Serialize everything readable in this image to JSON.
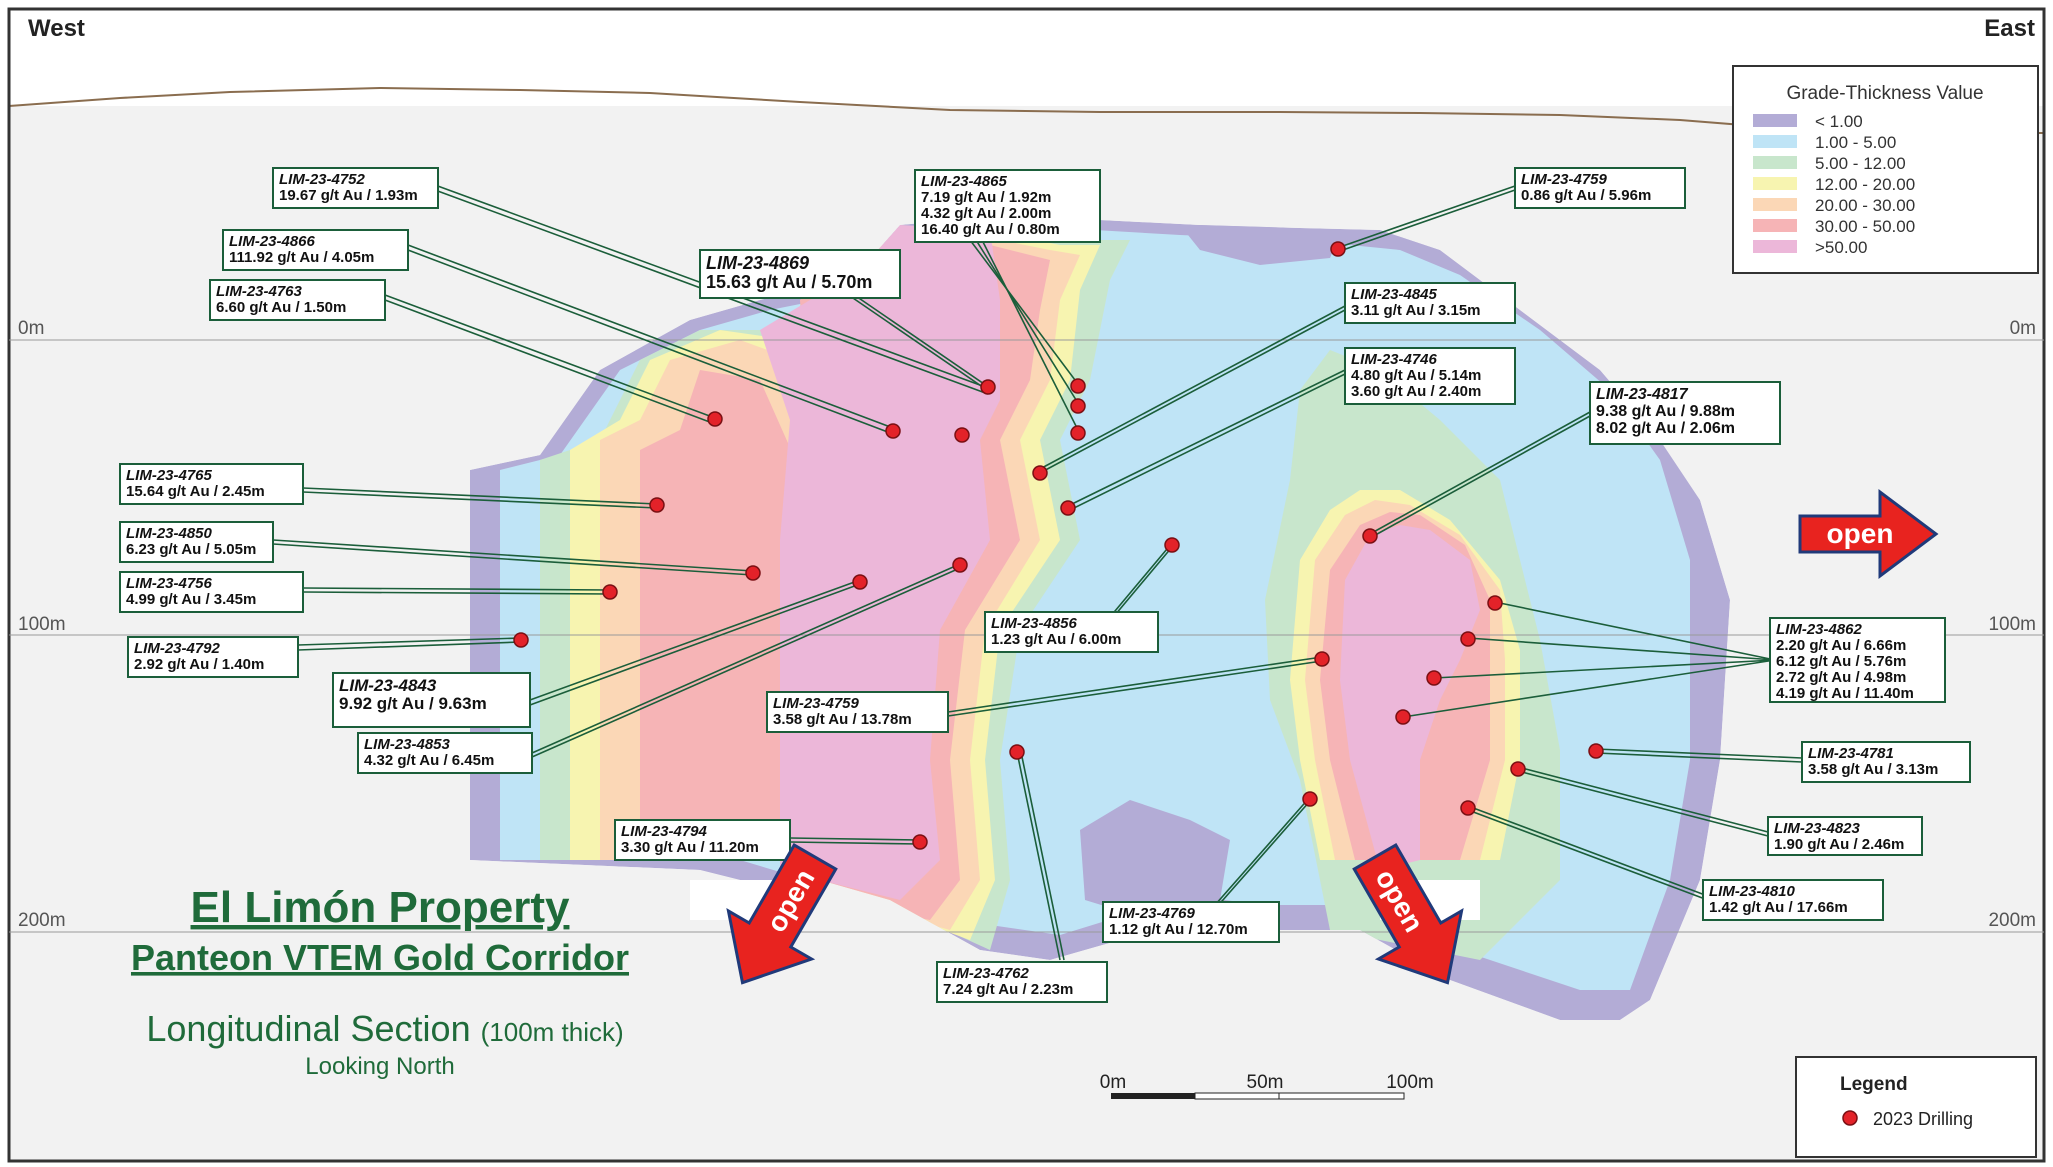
{
  "compass": {
    "west": "West",
    "east": "East"
  },
  "depth_labels": [
    "0m",
    "100m",
    "200m"
  ],
  "grade_legend": {
    "title": "Grade-Thickness Value",
    "items": [
      {
        "label": "< 1.00",
        "color": "#b3acd6"
      },
      {
        "label": "1.00 - 5.00",
        "color": "#bfe4f6"
      },
      {
        "label": "5.00 - 12.00",
        "color": "#c8e6cc"
      },
      {
        "label": "12.00 - 20.00",
        "color": "#f7f4b0"
      },
      {
        "label": "20.00 - 30.00",
        "color": "#fbd7b6"
      },
      {
        "label": "30.00 - 50.00",
        "color": "#f6b4b6"
      },
      {
        "label": ">50.00",
        "color": "#ecb7d9"
      }
    ]
  },
  "drill_legend": {
    "title": "Legend",
    "item": "2023 Drilling"
  },
  "open_arrows": [
    "open",
    "open",
    "open"
  ],
  "title": {
    "property": "El Limón Property",
    "corridor": "Panteon VTEM Gold Corridor",
    "section": "Longitudinal Section",
    "thickness": "(100m thick)",
    "view": "Looking North"
  },
  "scale_bar": [
    "0m",
    "50m",
    "100m"
  ],
  "drill_labels": [
    {
      "id": "LIM-23-4752",
      "values": [
        "19.67 g/t Au / 1.93m"
      ]
    },
    {
      "id": "LIM-23-4866",
      "values": [
        "111.92 g/t Au / 4.05m"
      ]
    },
    {
      "id": "LIM-23-4763",
      "values": [
        "6.60 g/t Au / 1.50m"
      ]
    },
    {
      "id": "LIM-23-4869",
      "values": [
        "15.63 g/t Au / 5.70m"
      ]
    },
    {
      "id": "LIM-23-4865",
      "values": [
        "7.19 g/t Au / 1.92m",
        "4.32 g/t Au / 2.00m",
        "16.40 g/t Au / 0.80m"
      ]
    },
    {
      "id": "LIM-23-4759",
      "values": [
        "0.86 g/t Au / 5.96m"
      ]
    },
    {
      "id": "LIM-23-4845",
      "values": [
        "3.11 g/t Au / 3.15m"
      ]
    },
    {
      "id": "LIM-23-4746",
      "values": [
        "4.80 g/t Au / 5.14m",
        "3.60 g/t Au / 2.40m"
      ]
    },
    {
      "id": "LIM-23-4817",
      "values": [
        "9.38 g/t Au / 9.88m",
        "8.02 g/t Au / 2.06m"
      ]
    },
    {
      "id": "LIM-23-4765",
      "values": [
        "15.64 g/t Au / 2.45m"
      ]
    },
    {
      "id": "LIM-23-4850",
      "values": [
        "6.23 g/t Au / 5.05m"
      ]
    },
    {
      "id": "LIM-23-4756",
      "values": [
        "4.99 g/t Au / 3.45m"
      ]
    },
    {
      "id": "LIM-23-4792",
      "values": [
        "2.92 g/t Au / 1.40m"
      ]
    },
    {
      "id": "LIM-23-4843",
      "values": [
        "9.92 g/t Au / 9.63m"
      ]
    },
    {
      "id": "LIM-23-4853",
      "values": [
        "4.32 g/t Au / 6.45m"
      ]
    },
    {
      "id": "LIM-23-4856",
      "values": [
        "1.23 g/t Au / 6.00m"
      ]
    },
    {
      "id": "LIM-23-4759",
      "values": [
        "3.58 g/t Au / 13.78m"
      ]
    },
    {
      "id": "LIM-23-4862",
      "values": [
        "2.20 g/t Au / 6.66m",
        "6.12 g/t Au / 5.76m",
        "2.72 g/t Au / 4.98m",
        "4.19 g/t Au / 11.40m"
      ]
    },
    {
      "id": "LIM-23-4781",
      "values": [
        "3.58 g/t Au / 3.13m"
      ]
    },
    {
      "id": "LIM-23-4823",
      "values": [
        "1.90 g/t Au / 2.46m"
      ]
    },
    {
      "id": "LIM-23-4810",
      "values": [
        "1.42 g/t Au / 17.66m"
      ]
    },
    {
      "id": "LIM-23-4794",
      "values": [
        "3.30 g/t Au / 11.20m"
      ]
    },
    {
      "id": "LIM-23-4769",
      "values": [
        "1.12 g/t Au / 12.70m"
      ]
    },
    {
      "id": "LIM-23-4762",
      "values": [
        "7.24 g/t Au / 2.23m"
      ]
    }
  ]
}
